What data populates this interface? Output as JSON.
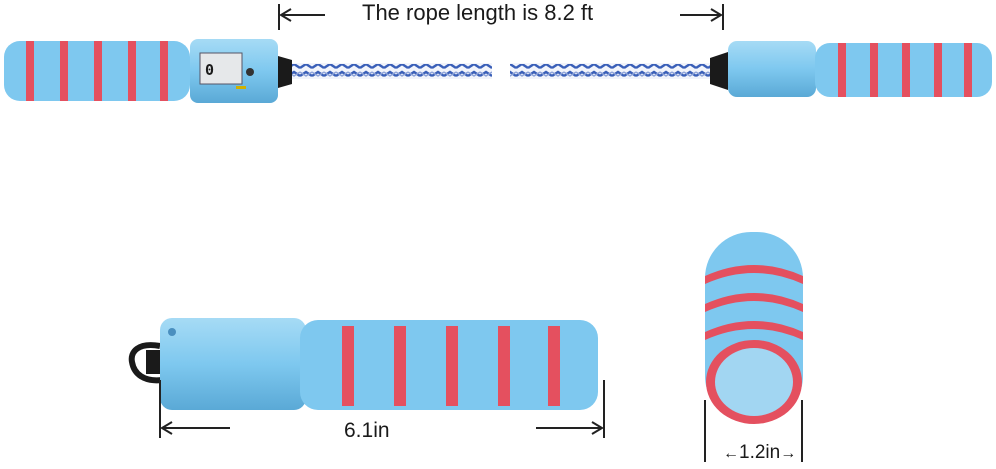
{
  "labels": {
    "rope_length": "The rope length is 8.2 ft",
    "handle_length_value": "6.1",
    "handle_length_unit": "in",
    "handle_diameter": "1.2in"
  },
  "counter_display": "0",
  "colors": {
    "foam_blue": "#7ec8ef",
    "foam_red": "#e4505f",
    "rope_blue": "#3a5fb8",
    "rope_white": "#f2f4fb",
    "dimension_line": "#222222"
  }
}
